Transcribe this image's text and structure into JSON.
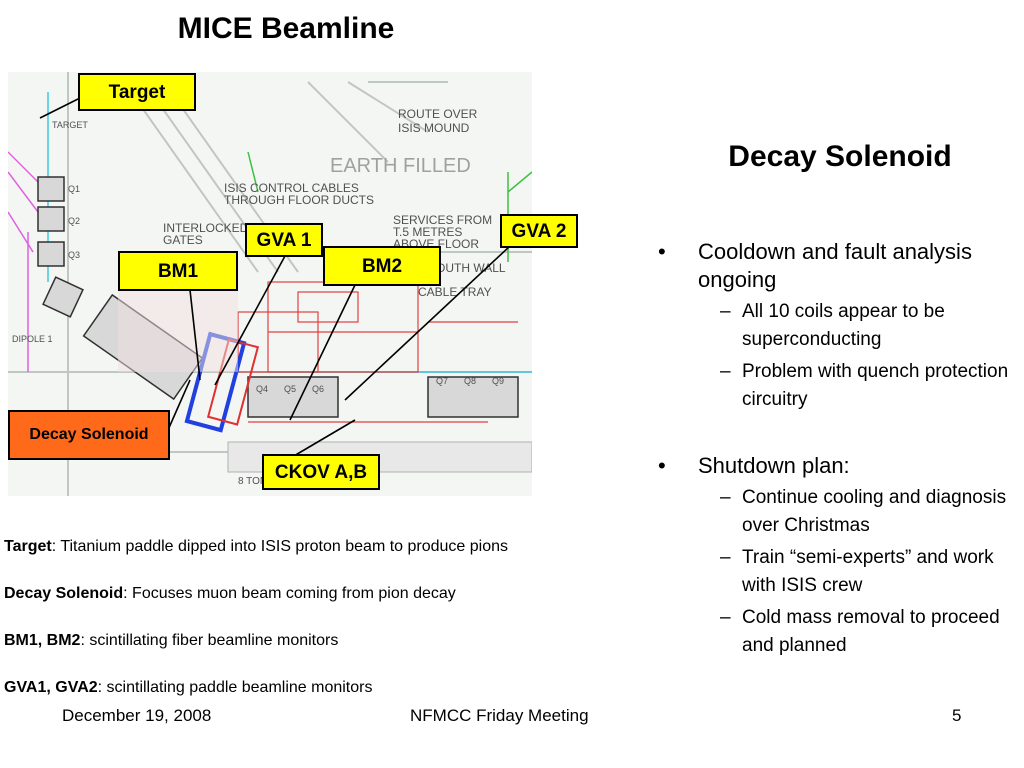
{
  "slide": {
    "title": "MICE Beamline",
    "subtitle": "Decay Solenoid",
    "page_number": "5"
  },
  "diagram": {
    "callouts": {
      "target": "Target",
      "gva1": "GVA 1",
      "gva2": "GVA 2",
      "bm1": "BM1",
      "bm2": "BM2",
      "decay_solenoid": "Decay Solenoid",
      "ckov": "CKOV A,B"
    },
    "map_labels": {
      "route": "ROUTE OVER\nISIS MOUND",
      "earth": "EARTH FILLED",
      "isis_control": "ISIS CONTROL CABLES\nTHROUGH FLOOR DUCTS",
      "interlocked": "INTERLOCKED\nGATES",
      "services": "SERVICES FROM\nT.5 METRES\nABOVE FLOOR",
      "south_wall": "SOUTH WALL",
      "cable_tray": "CABLE TRAY",
      "target_small": "TARGET",
      "q1": "Q1",
      "q2": "Q2",
      "q3": "Q3",
      "dipole": "DIPOLE 1",
      "q4": "Q4",
      "q5": "Q5",
      "q6": "Q6",
      "q7": "Q7",
      "q8": "Q8",
      "q9": "Q9",
      "ton": "8 TON UN"
    }
  },
  "bullets": [
    {
      "mark": "•",
      "text": "Cooldown and fault analysis ongoing",
      "subs": [
        {
          "mark": "–",
          "text": "All 10 coils appear to be superconducting"
        },
        {
          "mark": "–",
          "text": "Problem with quench protection circuitry"
        }
      ]
    },
    {
      "mark": "•",
      "text": "Shutdown plan:",
      "subs": [
        {
          "mark": "–",
          "text": "Continue cooling and diagnosis over Christmas"
        },
        {
          "mark": "–",
          "text": "Train “semi-experts” and work with ISIS crew"
        },
        {
          "mark": "–",
          "text": "Cold mass removal to proceed and planned"
        }
      ]
    }
  ],
  "notes": [
    {
      "term": "Target",
      "text": ":  Titanium paddle dipped into ISIS proton beam to produce pions"
    },
    {
      "term": "Decay Solenoid",
      "text": ":  Focuses muon beam coming from pion decay"
    },
    {
      "term": "BM1, BM2",
      "text": ":  scintillating fiber beamline monitors"
    },
    {
      "term": "GVA1, GVA2",
      "text": ":  scintillating paddle beamline monitors"
    }
  ],
  "footer": {
    "date": "December 19, 2008",
    "meeting": "NFMCC Friday Meeting"
  },
  "colors": {
    "callout_yellow": "#ffff00",
    "callout_orange": "#ff6a1a"
  }
}
